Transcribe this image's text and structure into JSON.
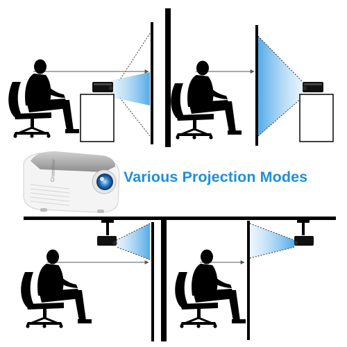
{
  "headline": "Various Projection Modes",
  "brand_label": "CrossBow",
  "colors": {
    "headline": "#1d8fd6",
    "beam": "#7fc2ee",
    "silhouette": "#000000",
    "projector_body": "#f2f2f2",
    "projector_top": "#a8a8a8",
    "lens": "#2f7fd0"
  },
  "panels": [
    {
      "name": "front-desktop",
      "mount": "table",
      "screen": "front"
    },
    {
      "name": "rear-desktop",
      "mount": "table",
      "screen": "rear"
    },
    {
      "name": "front-ceiling",
      "mount": "ceiling",
      "screen": "front"
    },
    {
      "name": "rear-ceiling",
      "mount": "ceiling",
      "screen": "rear"
    }
  ]
}
